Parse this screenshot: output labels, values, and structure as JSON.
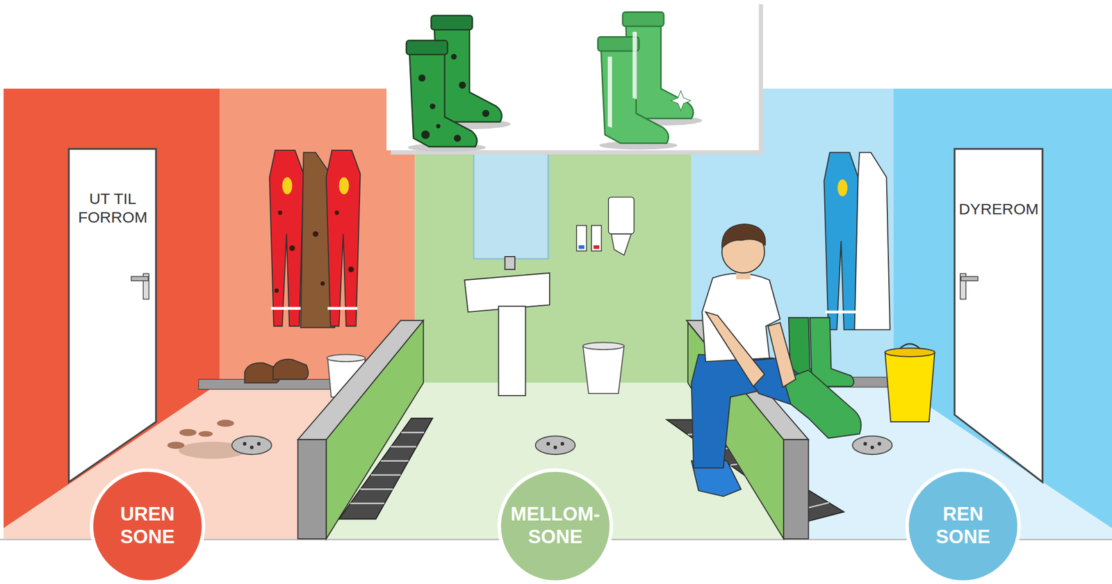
{
  "diagram": {
    "nodes": [
      {
        "text": [
          "UT TIL FORROM"
        ]
      },
      {
        "text": [
          "DYREROM"
        ]
      },
      {
        "text": [
          "UREN SONE"
        ]
      },
      {
        "text": [
          "MELLOM- SONE"
        ]
      },
      {
        "text": [
          "REN SONE"
        ]
      }
    ]
  }
}
